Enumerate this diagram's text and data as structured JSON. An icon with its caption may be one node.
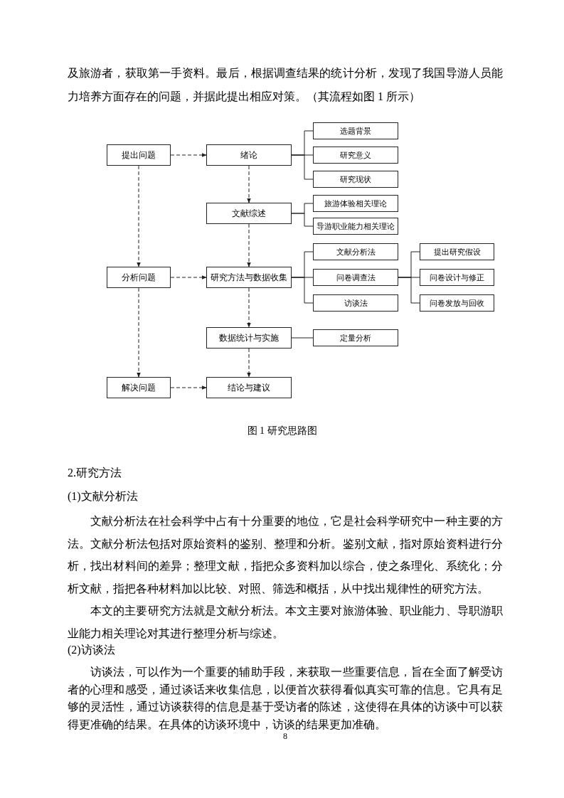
{
  "diagram": {
    "caption": "图 1 研究思路图",
    "nodes": [
      {
        "text": [
          "提出问题"
        ]
      },
      {
        "text": [
          "绪论"
        ]
      },
      {
        "text": [
          "选题背景"
        ]
      },
      {
        "text": [
          "研究意义"
        ]
      },
      {
        "text": [
          "研究现状"
        ]
      },
      {
        "text": [
          "文献综述"
        ]
      },
      {
        "text": [
          "旅游体验相关理论"
        ]
      },
      {
        "text": [
          "导游职业能力相关理论"
        ]
      },
      {
        "text": [
          "分析问题"
        ]
      },
      {
        "text": [
          "研究方法与数据收集"
        ]
      },
      {
        "text": [
          "文献分析法"
        ]
      },
      {
        "text": [
          "问卷调查法"
        ]
      },
      {
        "text": [
          "访谈法"
        ]
      },
      {
        "text": [
          "提出研究假设"
        ]
      },
      {
        "text": [
          "问卷设计与修正"
        ]
      },
      {
        "text": [
          "问卷发放与回收"
        ]
      },
      {
        "text": [
          "数据统计与实施"
        ]
      },
      {
        "text": [
          "定量分析"
        ]
      },
      {
        "text": [
          "解决问题"
        ]
      },
      {
        "text": [
          "结论与建议"
        ]
      }
    ],
    "edges": [
      {
        "from": 0,
        "to": 1,
        "arrow": "to",
        "style": "dashed"
      },
      {
        "from": 0,
        "to": 8,
        "arrow": "to",
        "style": "dashed"
      },
      {
        "from": 8,
        "to": 18,
        "arrow": "to",
        "style": "dashed"
      },
      {
        "from": 1,
        "to": 5,
        "arrow": "to",
        "style": "dashed"
      },
      {
        "from": 5,
        "to": 9,
        "arrow": "to",
        "style": "dashed"
      },
      {
        "from": 9,
        "to": 16,
        "arrow": "to",
        "style": "dashed"
      },
      {
        "from": 16,
        "to": 19,
        "arrow": "to",
        "style": "dashed"
      },
      {
        "from": 8,
        "to": 9,
        "arrow": "to",
        "style": "dashed"
      },
      {
        "from": 18,
        "to": 19,
        "arrow": "to",
        "style": "dashed"
      },
      {
        "from": 1,
        "to": 2,
        "arrow": "none"
      },
      {
        "from": 1,
        "to": 3,
        "arrow": "none"
      },
      {
        "from": 1,
        "to": 4,
        "arrow": "none"
      },
      {
        "from": 5,
        "to": 6,
        "arrow": "none"
      },
      {
        "from": 5,
        "to": 7,
        "arrow": "none"
      },
      {
        "from": 9,
        "to": 10,
        "arrow": "none"
      },
      {
        "from": 9,
        "to": 11,
        "arrow": "none"
      },
      {
        "from": 9,
        "to": 12,
        "arrow": "none"
      },
      {
        "from": 11,
        "to": 13,
        "arrow": "none"
      },
      {
        "from": 11,
        "to": 14,
        "arrow": "none"
      },
      {
        "from": 11,
        "to": 15,
        "arrow": "none"
      },
      {
        "from": 16,
        "to": 17,
        "arrow": "none"
      }
    ],
    "labels": [
      "及旅游者，获取第一手资料。最后，根据调查结果的统计分析，发现了我国导游人员能力培养方面存在的问题，并据此提出相应对策。（其流程如图 1 所示）",
      "2.研究方法",
      "(1)文献分析法",
      "文献分析法在社会科学中占有十分重要的地位，它是社会科学研究中一种主要的方法。文献分析法包括对原始资料的鉴别、整理和分析。鉴别文献，指对原始资料进行分析，找出材料间的差异；整理文献，指把众多资料加以综合，使之条理化、系统化；分析文献，指把各种材料加以比较、对照、筛选和概括，从中找出规律性的研究方法。",
      "本文的主要研究方法就是文献分析法。本文主要对旅游体验、职业能力、导职游职业能力相关理论对其进行整理分析与综述。",
      "(2)访谈法",
      "访谈法，可以作为一个重要的辅助手段，来获取一些重要信息，旨在全面了解受访者的心理和感受，通过谈话来收集信息，以便首次获得看似真实可靠的信息。它具有足够的灵活性，通过访谈获得的信息是基于受访者的陈述，这使得在具体的访谈中可以获得更准确的结果。在具体的访谈环境中，访谈的结果更加准确。",
      "8"
    ]
  }
}
